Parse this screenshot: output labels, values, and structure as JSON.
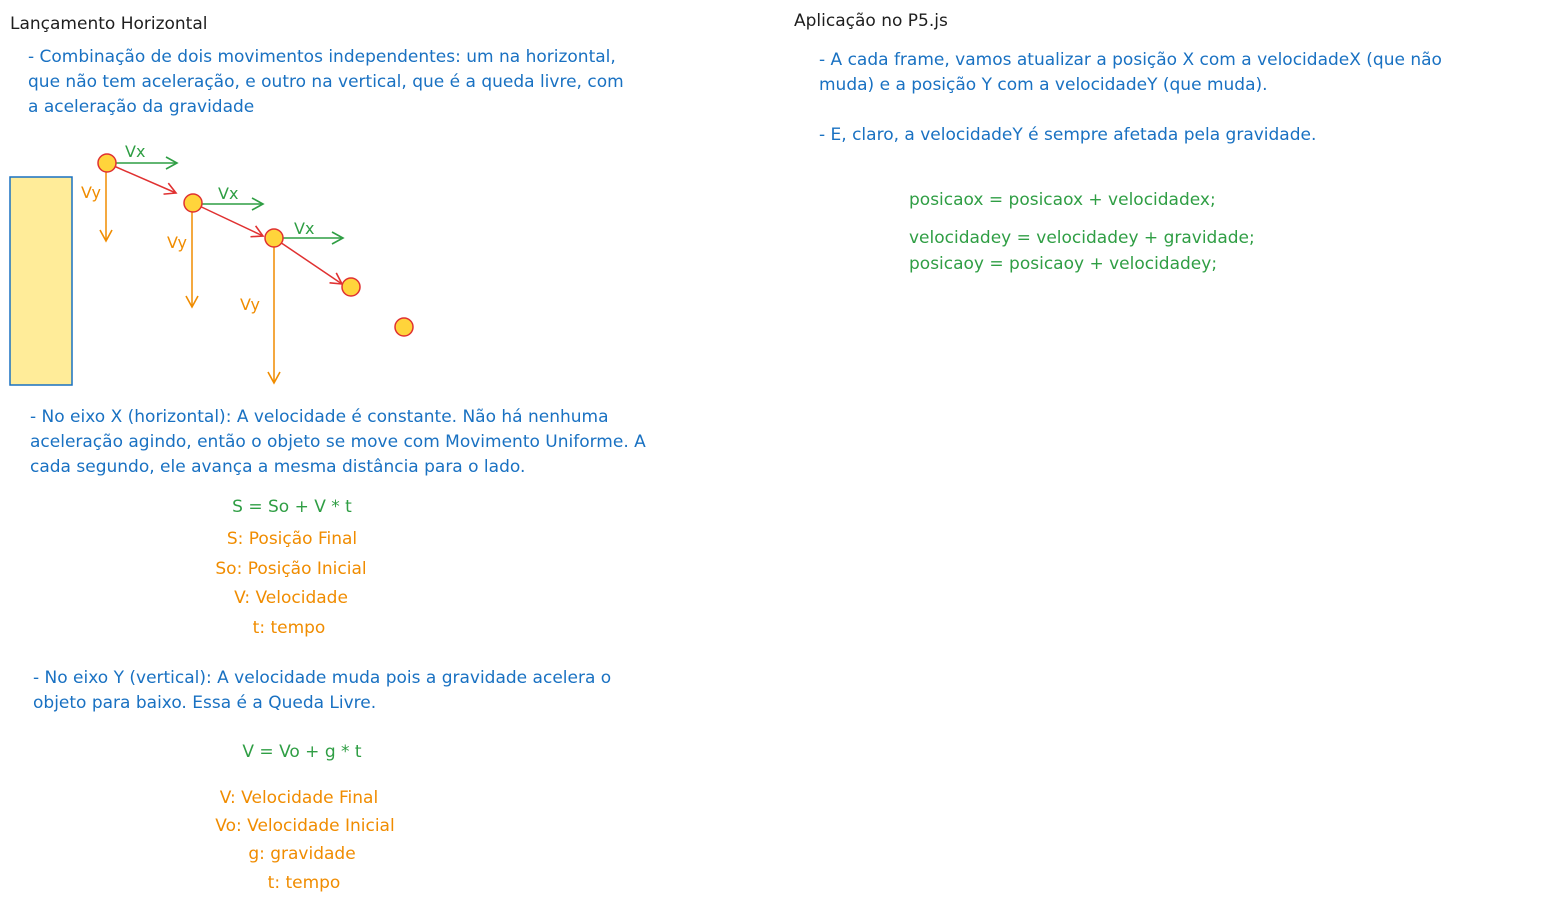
{
  "left": {
    "title": "Lançamento Horizontal",
    "intro": [
      "- Combinação de dois movimentos independentes: um na horizontal,",
      "que não tem aceleração, e outro na vertical, que é a queda livre, com",
      "a aceleração da gravidade"
    ],
    "diagram": {
      "vx_label": "Vx",
      "vy_label": "Vy",
      "colors": {
        "wall_fill": "#ffec99",
        "wall_stroke": "#1971c2",
        "ball_fill": "#ffd43b",
        "ball_stroke": "#e03131",
        "vx_arrow": "#2f9e44",
        "vy_arrow": "#f08c00",
        "trajectory": "#e03131"
      }
    },
    "x_axis": {
      "text": [
        "- No eixo X (horizontal): A velocidade é constante. Não há nenhuma",
        "aceleração agindo, então o objeto se move com Movimento Uniforme. A",
        "cada segundo, ele avança a mesma distância para o lado."
      ],
      "formula": "S = So + V * t",
      "legend": [
        "S: Posição Final",
        "So: Posição Inicial",
        "V: Velocidade",
        "t: tempo"
      ]
    },
    "y_axis": {
      "text": [
        "- No eixo Y (vertical): A velocidade muda pois a gravidade acelera o",
        "objeto para baixo. Essa é a Queda Livre."
      ],
      "formula": "V = Vo + g * t",
      "legend": [
        "V: Velocidade Final",
        "Vo: Velocidade Inicial",
        "g: gravidade",
        "t: tempo"
      ]
    }
  },
  "right": {
    "title": "Aplicação no P5.js",
    "point1": [
      "- A cada frame, vamos atualizar a posição X com a velocidadeX (que não",
      "muda) e a posição Y com a velocidadeY (que muda)."
    ],
    "point2": "- E, claro, a velocidadeY é sempre afetada pela gravidade.",
    "code": [
      "posicaox = posicaox + velocidadex;",
      "velocidadey = velocidadey + gravidade;",
      "posicaoy = posicaoy + velocidadey;"
    ]
  }
}
